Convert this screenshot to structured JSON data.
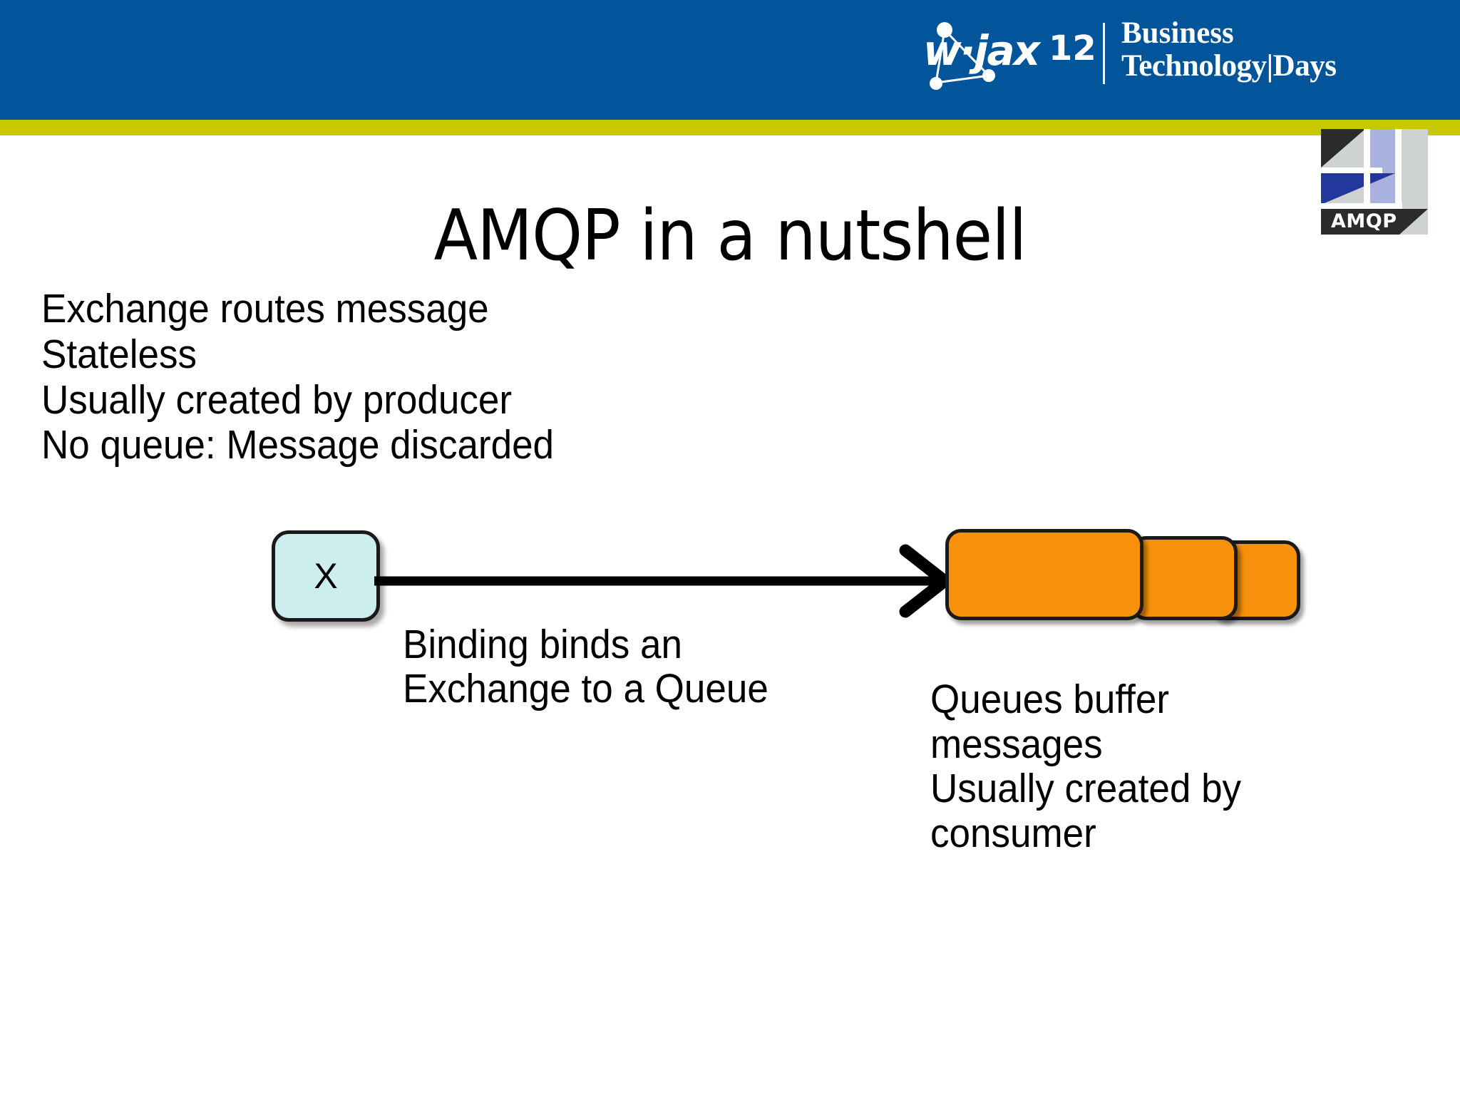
{
  "header": {
    "background_color": "#03559b",
    "stripe_color": "#c8c800",
    "brand": {
      "wordmark": "w·jax",
      "year": "12",
      "tagline_line1": "Business",
      "tagline_line2": "Technology|Days"
    }
  },
  "logo": {
    "label": "AMQP"
  },
  "title": "AMQP in a nutshell",
  "exchange_notes": [
    "Exchange routes message",
    "Stateless",
    "Usually created by producer",
    "No queue: Message discarded"
  ],
  "diagram": {
    "exchange": {
      "label": "X",
      "fill_color": "#cdeeee",
      "border_color": "#1a1a1a"
    },
    "binding_caption": [
      "Binding binds an",
      "Exchange to a Queue"
    ],
    "queues": {
      "count": 3,
      "fill_color": "#f7900b",
      "border_color": "#1a1a1a"
    }
  },
  "queue_notes": [
    "Queues buffer",
    "messages",
    "Usually created by",
    "consumer"
  ]
}
